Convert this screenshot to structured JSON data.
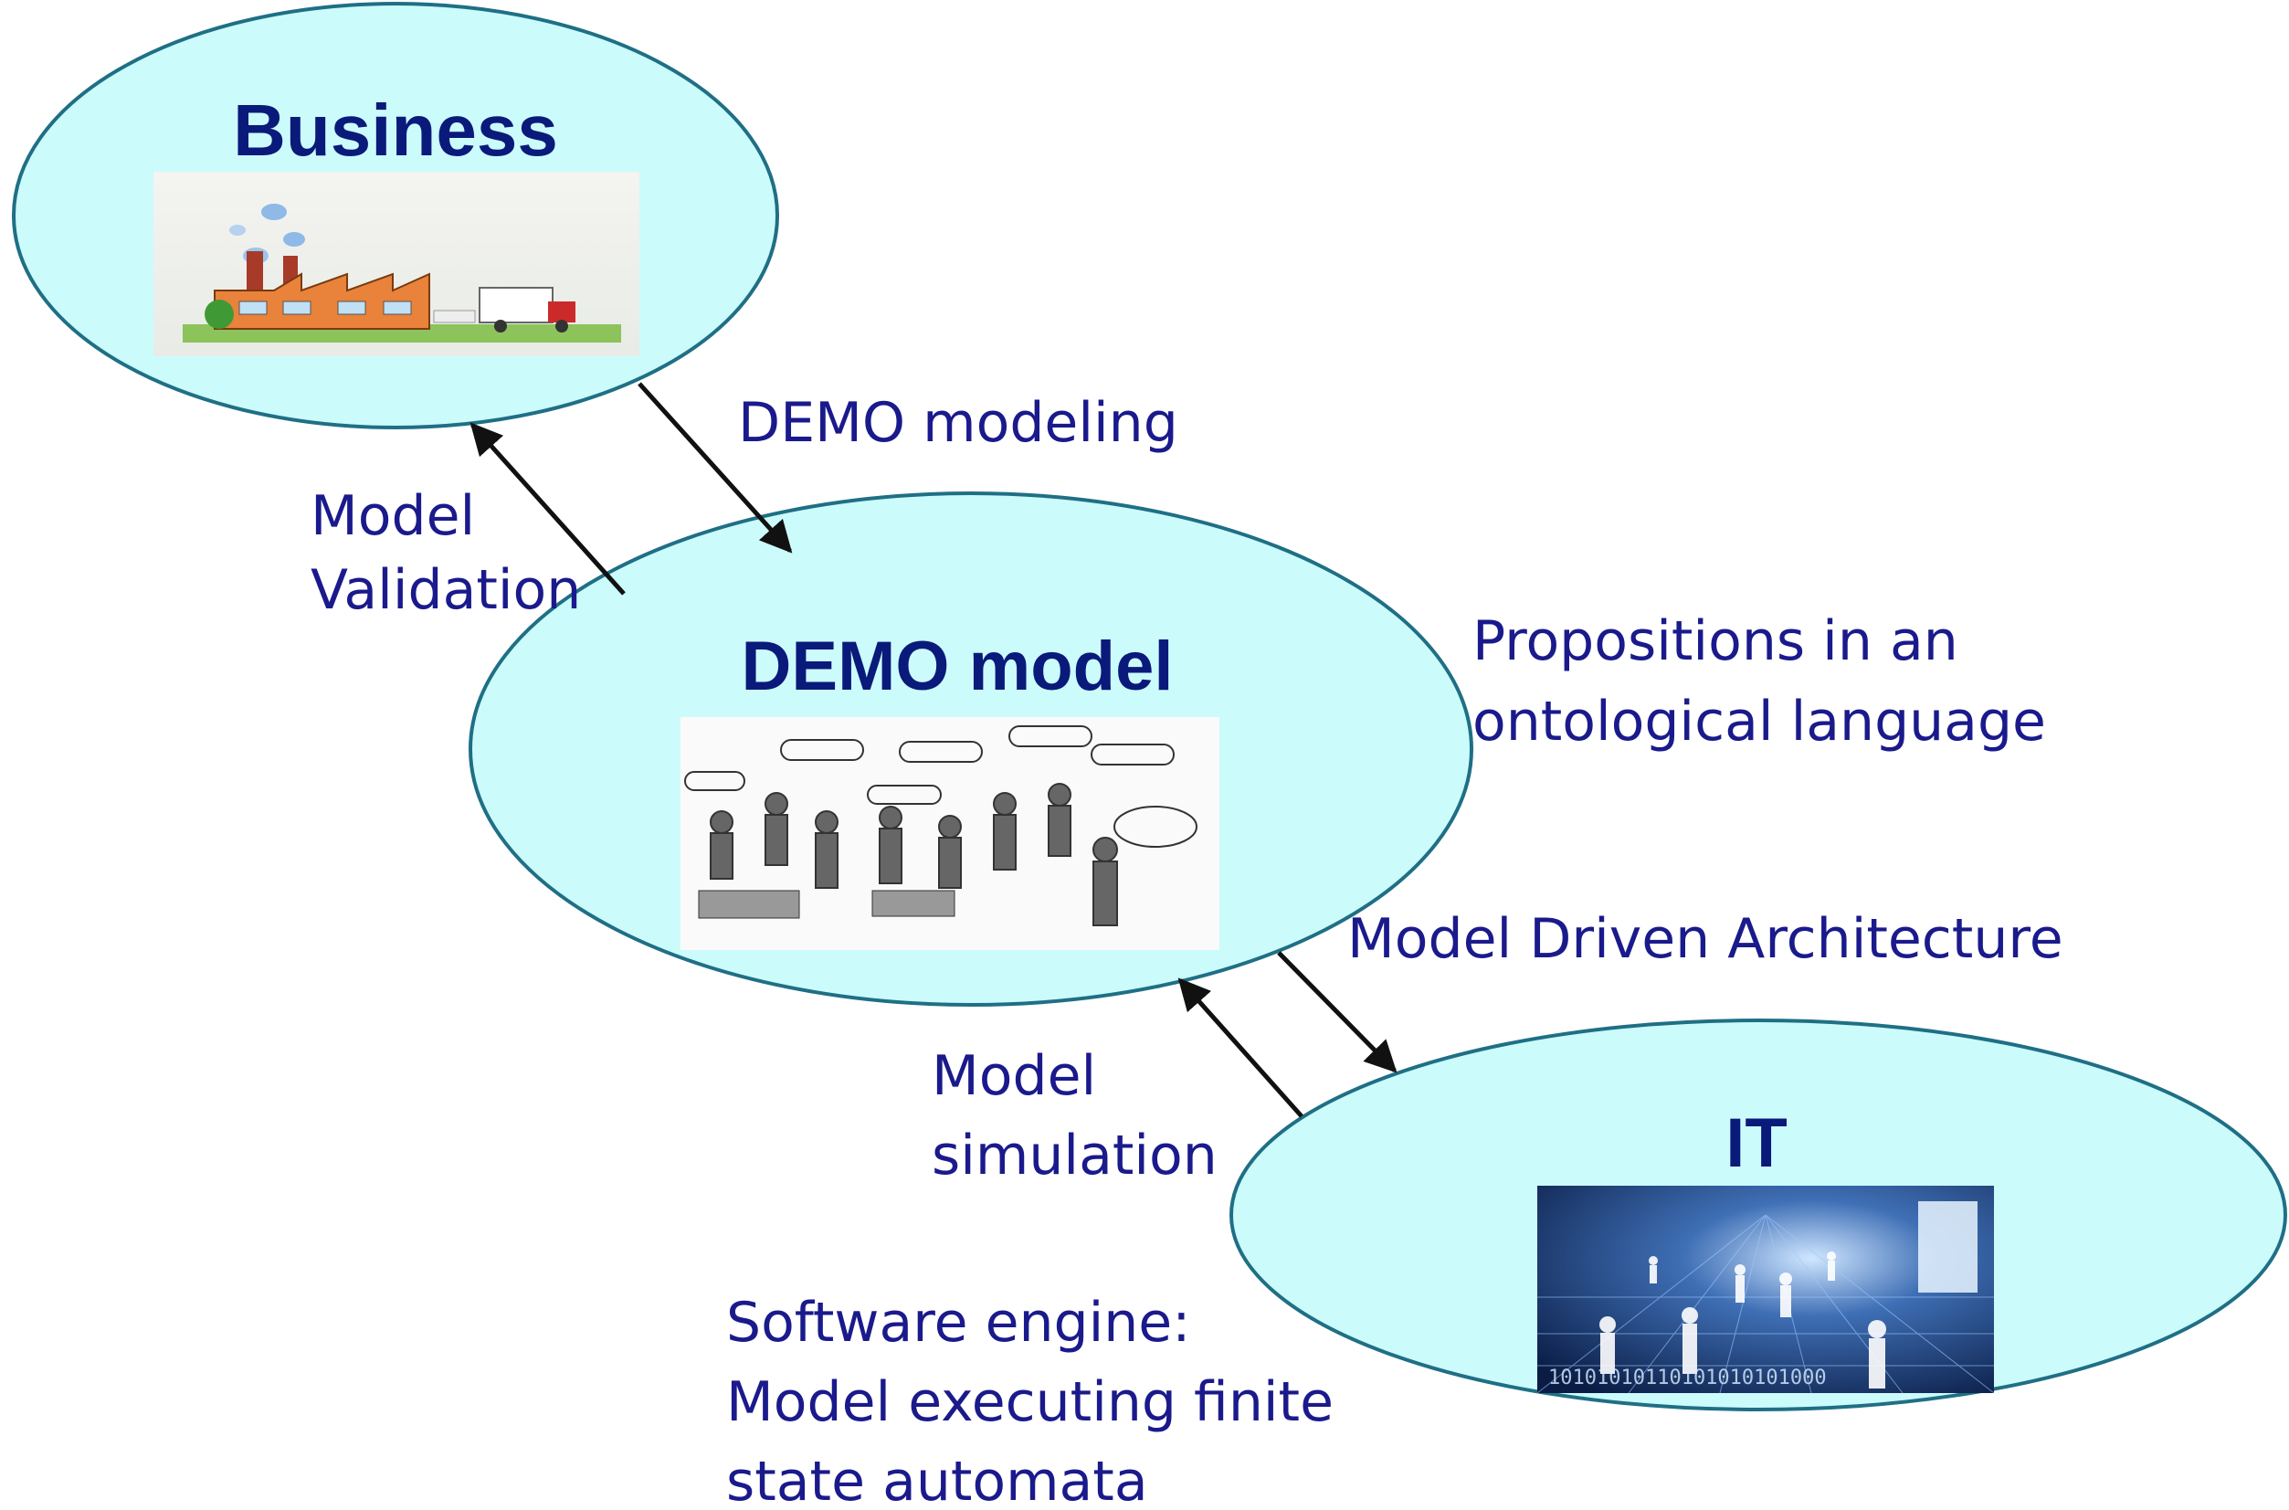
{
  "colors": {
    "ellipse_fill": "#ccfbfc",
    "ellipse_stroke": "#1f6f85",
    "title_text": "#0a1a7a",
    "label_text": "#1a1a8c",
    "arrow": "#111111"
  },
  "nodes": {
    "business": {
      "title": "Business",
      "picture": "factory-illustration"
    },
    "demo_model": {
      "title": "DEMO model",
      "picture": "people-engagement-sketch"
    },
    "it": {
      "title": "IT",
      "picture": "digital-people-binary-image"
    }
  },
  "labels": {
    "demo_modeling": "DEMO modeling",
    "model_validation": [
      "Model",
      "Validation"
    ],
    "propositions": [
      "Propositions in an",
      "ontological language"
    ],
    "mda": "Model Driven Architecture",
    "model_simulation": [
      "Model",
      "simulation"
    ],
    "software_engine": [
      "Software engine:",
      "Model executing finite",
      "state automata"
    ]
  }
}
